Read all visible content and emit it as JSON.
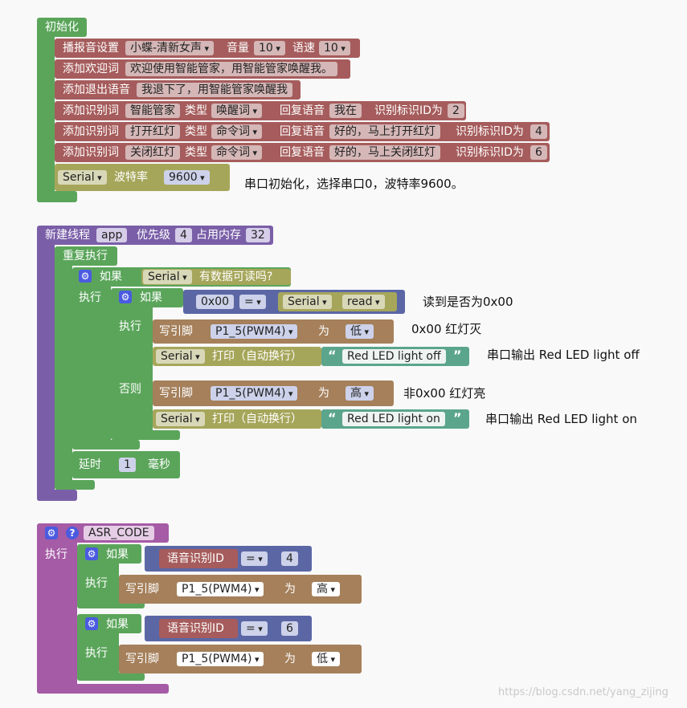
{
  "init": {
    "hat": "初始化",
    "voice": {
      "label": "播报音设置",
      "voice": "小蝶-清新女声",
      "vol_label": "音量",
      "vol": "10",
      "speed_label": "语速",
      "speed": "10"
    },
    "welcome": {
      "label": "添加欢迎词",
      "text": "欢迎使用智能管家，用智能管家唤醒我。"
    },
    "exit": {
      "label": "添加退出语音",
      "text": "我退下了，用智能管家唤醒我"
    },
    "words": [
      {
        "label": "添加识别词",
        "word": "智能管家",
        "type_label": "类型",
        "type": "唤醒词",
        "reply_label": "回复语音",
        "reply": "我在",
        "id_label": "识别标识ID为",
        "id": "2"
      },
      {
        "label": "添加识别词",
        "word": "打开红灯",
        "type_label": "类型",
        "type": "命令词",
        "reply_label": "回复语音",
        "reply": "好的，马上打开红灯",
        "id_label": "识别标识ID为",
        "id": "4"
      },
      {
        "label": "添加识别词",
        "word": "关闭红灯",
        "type_label": "类型",
        "type": "命令词",
        "reply_label": "回复语音",
        "reply": "好的，马上关闭红灯",
        "id_label": "识别标识ID为",
        "id": "6"
      }
    ],
    "serial": {
      "port": "Serial",
      "baud_label": "波特率",
      "baud": "9600"
    },
    "note": "串口初始化，选择串口0，波特率9600。"
  },
  "thread": {
    "label": "新建线程",
    "name": "app",
    "prio_label": "优先级",
    "prio": "4",
    "mem_label": "占用内存",
    "mem": "32",
    "repeat": "重复执行",
    "if_label": "如果",
    "do_label": "执行",
    "else_label": "否则",
    "cond1_port": "Serial",
    "cond1_text": "有数据可读吗?",
    "cmp_left": "0x00",
    "cmp_op": "=",
    "cmp_port": "Serial",
    "cmp_fn": "read",
    "write_label": "写引脚",
    "pin": "P1_5(PWM4)",
    "as_label": "为",
    "low": "低",
    "high": "高",
    "print_port": "Serial",
    "print_label": "打印（自动换行）",
    "str_off": "Red LED light off",
    "str_on": "Red LED light on",
    "delay_label": "延时",
    "delay": "1",
    "delay_unit": "毫秒"
  },
  "notes": {
    "read": "读到是否为0x00",
    "off": "0x00 红灯灭",
    "out_off": "串口输出 Red LED light off",
    "on": "非0x00 红灯亮",
    "out_on": "串口输出 Red LED light on"
  },
  "asr": {
    "name": "ASR_CODE",
    "do_label": "执行",
    "if_label": "如果",
    "var": "语音识别ID",
    "op": "=",
    "id1": "4",
    "id2": "6",
    "write_label": "写引脚",
    "pin": "P1_5(PWM4)",
    "as_label": "为",
    "high": "高",
    "low": "低"
  },
  "watermark": "https://blog.csdn.net/yang_zijing",
  "colors": {
    "green": "#5ba55b",
    "purple": "#7a5fa8",
    "red": "#a65c5c",
    "olive": "#a6a65b",
    "blue": "#5b67a5",
    "brown": "#a5805b",
    "teal": "#5ba58c",
    "magenta": "#a55ba5"
  }
}
